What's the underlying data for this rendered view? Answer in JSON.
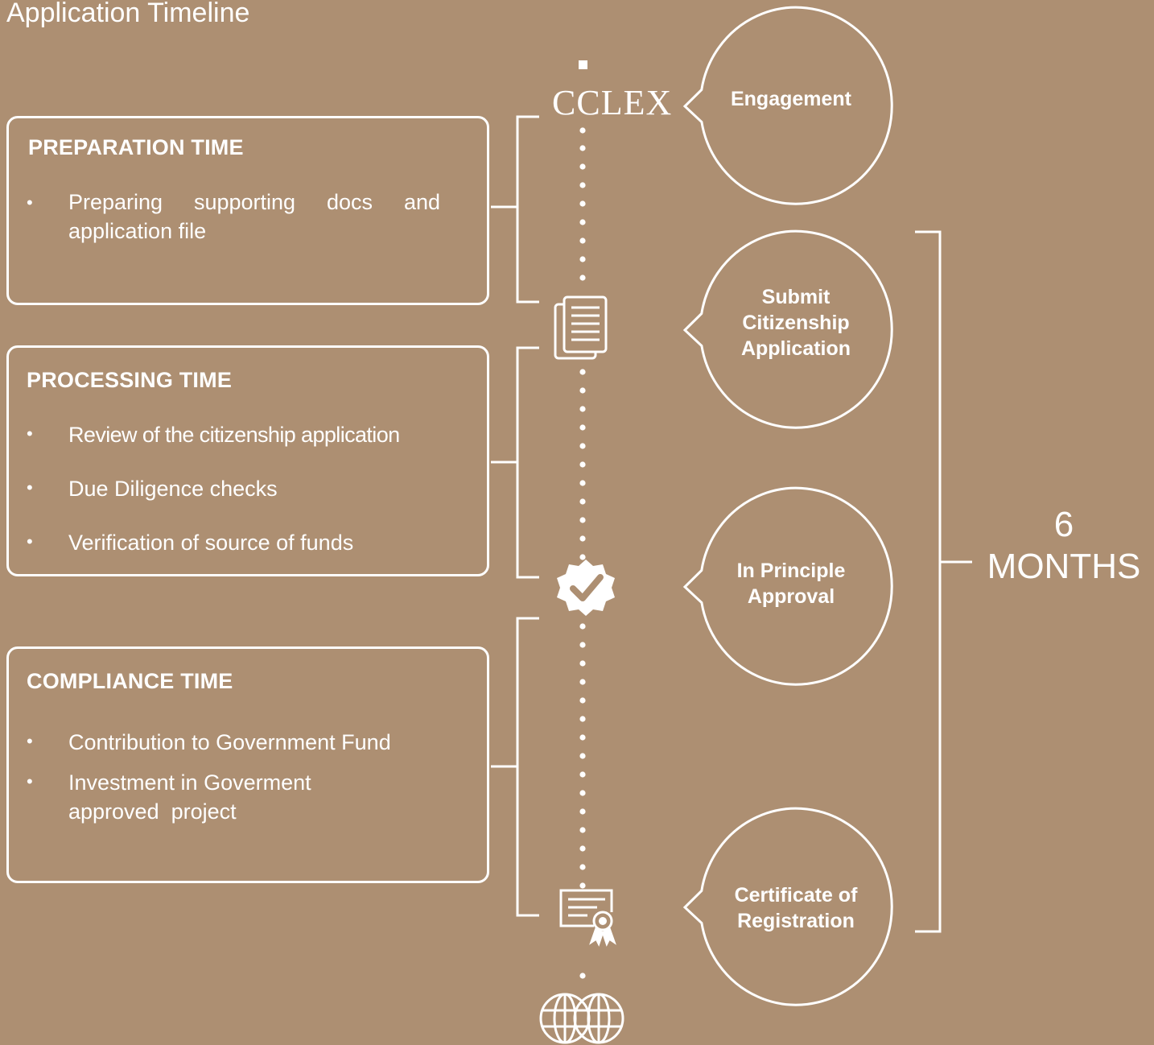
{
  "title": "Application Timeline",
  "brand": {
    "logo_text": "CCLEX"
  },
  "phases": [
    {
      "heading": "PREPARATION TIME",
      "items": [
        "Preparing supporting docs and",
        "application file"
      ]
    },
    {
      "heading": "PROCESSING TIME",
      "items": [
        "Review of the citizenship application",
        "Due Diligence checks",
        "Verification of source of funds"
      ]
    },
    {
      "heading": "COMPLIANCE TIME",
      "items": [
        "Contribution to Government Fund",
        "Investment in Goverment",
        "approved  project"
      ]
    }
  ],
  "milestones": [
    {
      "lines": [
        "Engagement"
      ]
    },
    {
      "lines": [
        "Submit",
        "Citizenship",
        "Application"
      ]
    },
    {
      "lines": [
        "In Principle",
        "Approval"
      ]
    },
    {
      "lines": [
        "Certificate of",
        "Registration"
      ]
    }
  ],
  "duration": {
    "number": "6",
    "unit": "MONTHS"
  },
  "icons": [
    "document-stack-icon",
    "verified-badge-icon",
    "certificate-icon",
    "globes-icon"
  ],
  "colors": {
    "background": "#ad8f72",
    "foreground": "#ffffff"
  }
}
